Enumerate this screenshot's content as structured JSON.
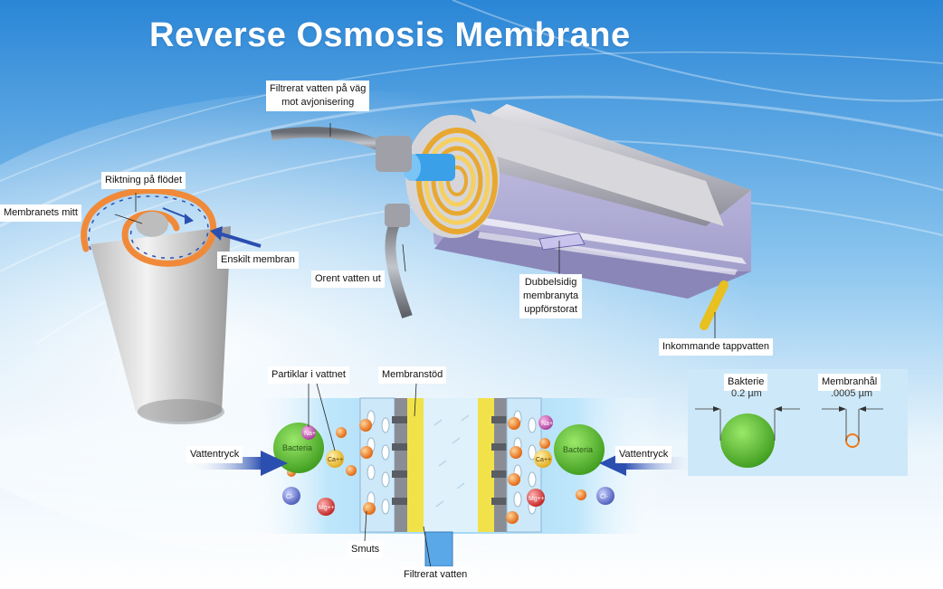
{
  "title": "Reverse Osmosis Membrane",
  "labels": {
    "filtered_to_deion_line1": "Filtrerat vatten på väg",
    "filtered_to_deion_line2": "mot avjonisering",
    "flow_direction": "Riktning på flödet",
    "membrane_center": "Membranets mitt",
    "single_membrane": "Enskilt membran",
    "impure_out": "Orent vatten ut",
    "double_sided_line1": "Dubbelsidig",
    "double_sided_line2": "membranyta",
    "double_sided_line3": "uppförstorat",
    "incoming_tap": "Inkommande tappvatten",
    "particles": "Partiklar i vattnet",
    "membrane_support": "Membranstöd",
    "water_pressure_left": "Vattentryck",
    "water_pressure_right": "Vattentryck",
    "dirt": "Smuts",
    "filtered_water": "Filtrerat vatten",
    "bacteria_label": "Bakterie",
    "bacteria_size": "0.2 µm",
    "pore_label": "Membranhål",
    "pore_size": ".0005 µm"
  },
  "particles": {
    "bacteria": "Bacteria",
    "na": "Na+",
    "ca": "Ca++",
    "cl": "Cl-",
    "mg": "Mg++"
  },
  "colors": {
    "title": "#ffffff",
    "background_blue": "#3a8fd8",
    "arrow_blue": "#2a4fb0",
    "membrane_yellow": "#f2e24a",
    "bacteria_green": "#5cc23a",
    "particle_orange": "#f07a1a",
    "flow_orange": "#f08a3a"
  }
}
